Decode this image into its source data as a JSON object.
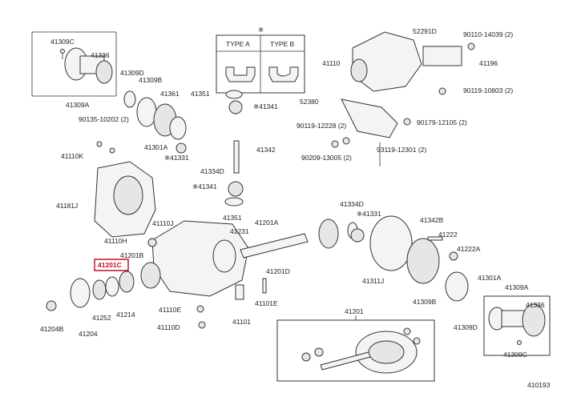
{
  "diagram": {
    "highlight_color": "#c0102a",
    "highlighted_label": "41201C",
    "reference_mark": "※",
    "type_a_label": "TYPE A",
    "type_b_label": "TYPE B",
    "figure_number": "410193",
    "labels": [
      {
        "id": "41309c-top",
        "text": "41309C"
      },
      {
        "id": "41336-top",
        "text": "41336"
      },
      {
        "id": "41309a-top",
        "text": "41309A"
      },
      {
        "id": "41309d-top",
        "text": "41309D"
      },
      {
        "id": "41309b-top",
        "text": "41309B"
      },
      {
        "id": "41361",
        "text": "41361"
      },
      {
        "id": "41301a-top",
        "text": "41301A"
      },
      {
        "id": "41331-top",
        "text": "※41331"
      },
      {
        "id": "90135",
        "text": "90135-10202 (2)"
      },
      {
        "id": "41110k",
        "text": "41110K"
      },
      {
        "id": "41181j",
        "text": "41181J"
      },
      {
        "id": "41110j",
        "text": "41110J"
      },
      {
        "id": "41110h",
        "text": "41110H"
      },
      {
        "id": "41201b",
        "text": "41201B"
      },
      {
        "id": "41201c",
        "text": "41201C"
      },
      {
        "id": "41252",
        "text": "41252"
      },
      {
        "id": "41214",
        "text": "41214"
      },
      {
        "id": "41204b",
        "text": "41204B"
      },
      {
        "id": "41204",
        "text": "41204"
      },
      {
        "id": "41110e",
        "text": "41110E"
      },
      {
        "id": "41110d",
        "text": "41110D"
      },
      {
        "id": "41351-top",
        "text": "41351"
      },
      {
        "id": "41341-top",
        "text": "※41341"
      },
      {
        "id": "41342",
        "text": "41342"
      },
      {
        "id": "41334d-mid",
        "text": "41334D"
      },
      {
        "id": "41341-mid",
        "text": "※41341"
      },
      {
        "id": "41351-mid",
        "text": "41351"
      },
      {
        "id": "41231",
        "text": "41231"
      },
      {
        "id": "41201a",
        "text": "41201A"
      },
      {
        "id": "41201d",
        "text": "41201D"
      },
      {
        "id": "41101e",
        "text": "41101E"
      },
      {
        "id": "41101",
        "text": "41101"
      },
      {
        "id": "41110",
        "text": "41110"
      },
      {
        "id": "52291d",
        "text": "52291D"
      },
      {
        "id": "90110",
        "text": "90110-14039 (2)"
      },
      {
        "id": "41196",
        "text": "41196"
      },
      {
        "id": "90119-a",
        "text": "90119-10803 (2)"
      },
      {
        "id": "52380",
        "text": "52380"
      },
      {
        "id": "90119-b",
        "text": "90119-12228 (2)"
      },
      {
        "id": "90179",
        "text": "90179-12105 (2)"
      },
      {
        "id": "90209",
        "text": "90209-13005 (2)"
      },
      {
        "id": "93119",
        "text": "93119-12301 (2)"
      },
      {
        "id": "41334d-r",
        "text": "41334D"
      },
      {
        "id": "41331-r",
        "text": "※41331"
      },
      {
        "id": "41342b",
        "text": "41342B"
      },
      {
        "id": "41222",
        "text": "41222"
      },
      {
        "id": "41222a",
        "text": "41222A"
      },
      {
        "id": "41301a-r",
        "text": "41301A"
      },
      {
        "id": "41311j",
        "text": "41311J"
      },
      {
        "id": "41309b-r",
        "text": "41309B"
      },
      {
        "id": "41309d-r",
        "text": "41309D"
      },
      {
        "id": "41309a-r",
        "text": "41309A"
      },
      {
        "id": "41336-r",
        "text": "41336"
      },
      {
        "id": "41309c-r",
        "text": "41309C"
      },
      {
        "id": "41201",
        "text": "41201"
      }
    ]
  }
}
